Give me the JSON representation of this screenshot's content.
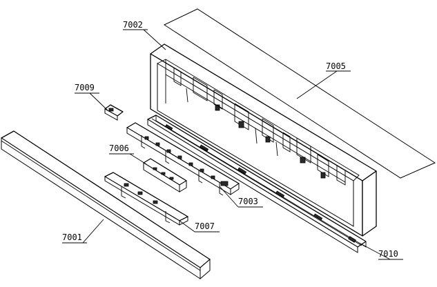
{
  "diagram": {
    "callouts": [
      {
        "id": "7001",
        "label": "7001"
      },
      {
        "id": "7002",
        "label": "7002"
      },
      {
        "id": "7003",
        "label": "7003"
      },
      {
        "id": "7005",
        "label": "7005"
      },
      {
        "id": "7006",
        "label": "7006"
      },
      {
        "id": "7007",
        "label": "7007"
      },
      {
        "id": "7009",
        "label": "7009"
      },
      {
        "id": "7010",
        "label": "7010"
      }
    ]
  },
  "colors": {
    "line": "#000000",
    "background": "#ffffff",
    "dark_fill": "#2a2a2a"
  }
}
